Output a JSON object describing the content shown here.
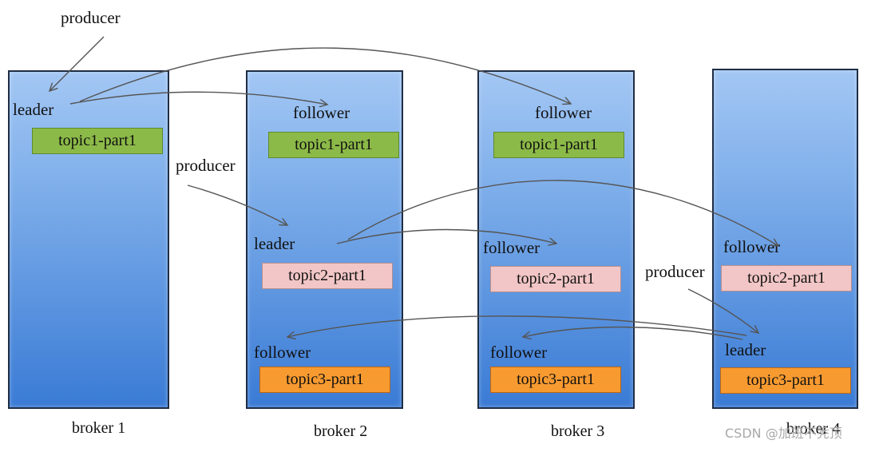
{
  "producers": {
    "top": "producer",
    "middle": "producer",
    "right": "producer"
  },
  "brokers": [
    {
      "label": "broker 1",
      "partitions": [
        {
          "role": "leader",
          "topic": "topic1-part1"
        }
      ]
    },
    {
      "label": "broker 2",
      "partitions": [
        {
          "role": "follower",
          "topic": "topic1-part1"
        },
        {
          "role": "leader",
          "topic": "topic2-part1"
        },
        {
          "role": "follower",
          "topic": "topic3-part1"
        }
      ]
    },
    {
      "label": "broker 3",
      "partitions": [
        {
          "role": "follower",
          "topic": "topic1-part1"
        },
        {
          "role": "follower",
          "topic": "topic2-part1"
        },
        {
          "role": "follower",
          "topic": "topic3-part1"
        }
      ]
    },
    {
      "label": "broker 4",
      "partitions": [
        {
          "role": "follower",
          "topic": "topic2-part1"
        },
        {
          "role": "leader",
          "topic": "topic3-part1"
        }
      ]
    }
  ],
  "watermark": "CSDN @加班不秃顶",
  "colors": {
    "broker_top": "#a3c7f4",
    "broker_bottom": "#3a7bd5",
    "broker_border": "#1f2d44",
    "topic1": "#8cba48",
    "topic2": "#f2c6c6",
    "topic3": "#f79a30",
    "arrow": "#555555"
  }
}
